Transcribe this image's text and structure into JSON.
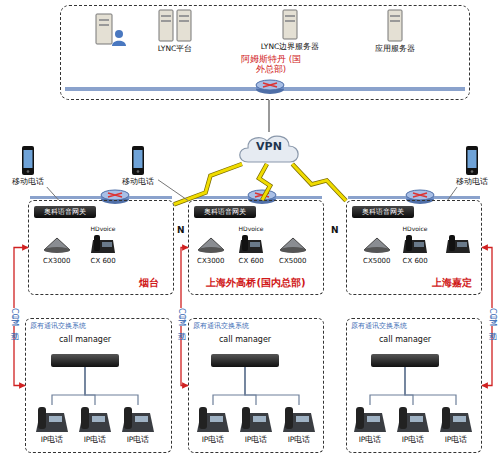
{
  "diagram": {
    "nodes": [
      {
        "text": [
          "阿姆斯特丹 (国外总部)"
        ]
      },
      {
        "text": [
          "LYNC平台"
        ],
        "in": 0
      },
      {
        "text": [
          "LYNC边界服务器"
        ],
        "in": 0
      },
      {
        "text": [
          "应用服务器"
        ],
        "in": 0
      },
      {
        "text": [
          "VPN"
        ]
      },
      {
        "text": [
          "移动电话"
        ]
      },
      {
        "text": [
          "移动电话"
        ]
      },
      {
        "text": [
          "移动电话"
        ]
      },
      {
        "text": [
          "烟台"
        ]
      },
      {
        "text": [
          "奥科语音网关"
        ],
        "in": 8
      },
      {
        "text": [
          "上海外高桥(国内总部)"
        ]
      },
      {
        "text": [
          "奥科语音网关"
        ],
        "in": 10
      },
      {
        "text": [
          "上海嘉定"
        ]
      },
      {
        "text": [
          "奥科语音网关"
        ],
        "in": 12
      },
      {
        "text": [
          "原有通讯交换系统"
        ]
      },
      {
        "text": [
          "call manager"
        ],
        "in": 14
      },
      {
        "text": [
          "IP电话"
        ],
        "in": 14
      },
      {
        "text": [
          "IP电话"
        ],
        "in": 14
      },
      {
        "text": [
          "IP电话"
        ],
        "in": 14
      },
      {
        "text": [
          "原有通讯交换系统"
        ]
      },
      {
        "text": [
          "call manager"
        ],
        "in": 19
      },
      {
        "text": [
          "IP电话"
        ],
        "in": 19
      },
      {
        "text": [
          "IP电话"
        ],
        "in": 19
      },
      {
        "text": [
          "IP电话"
        ],
        "in": 19
      },
      {
        "text": [
          "原有通讯交换系统"
        ]
      },
      {
        "text": [
          "call manager"
        ],
        "in": 24
      },
      {
        "text": [
          "IP电话"
        ],
        "in": 24
      },
      {
        "text": [
          "IP电话"
        ],
        "in": 24
      },
      {
        "text": [
          "IP电话"
        ],
        "in": 24
      }
    ],
    "edges": [
      {
        "from": 4,
        "to": 0,
        "arrow": "none"
      },
      {
        "from": 4,
        "to": 8,
        "arrow": "none"
      },
      {
        "from": 4,
        "to": 10,
        "arrow": "none"
      },
      {
        "from": 4,
        "to": 12,
        "arrow": "none"
      },
      {
        "from": 5,
        "to": 8,
        "arrow": "none"
      },
      {
        "from": 6,
        "to": 10,
        "arrow": "none"
      },
      {
        "from": 7,
        "to": 12,
        "arrow": "none"
      },
      {
        "from": 8,
        "to": 14,
        "label": "与CCM互动",
        "arrow": "both"
      },
      {
        "from": 10,
        "to": 19,
        "label": "与CCM互动",
        "arrow": "both"
      },
      {
        "from": 12,
        "to": 24,
        "label": "与CCM互动",
        "arrow": "both"
      },
      {
        "from": 15,
        "to": 16,
        "arrow": "none"
      },
      {
        "from": 15,
        "to": 17,
        "arrow": "none"
      },
      {
        "from": 15,
        "to": 18,
        "arrow": "none"
      },
      {
        "from": 20,
        "to": 21,
        "arrow": "none"
      },
      {
        "from": 20,
        "to": 22,
        "arrow": "none"
      },
      {
        "from": 20,
        "to": 23,
        "arrow": "none"
      },
      {
        "from": 25,
        "to": 26,
        "arrow": "none"
      },
      {
        "from": 25,
        "to": 27,
        "arrow": "none"
      },
      {
        "from": 25,
        "to": 28,
        "arrow": "none"
      }
    ],
    "labels": [
      "CX3000",
      "CX 600",
      "HDvoice",
      "N",
      "CX3000",
      "CX 600",
      "CX5000",
      "HDvoice",
      "N",
      "CX5000",
      "CX 600",
      "HDvoice"
    ]
  }
}
